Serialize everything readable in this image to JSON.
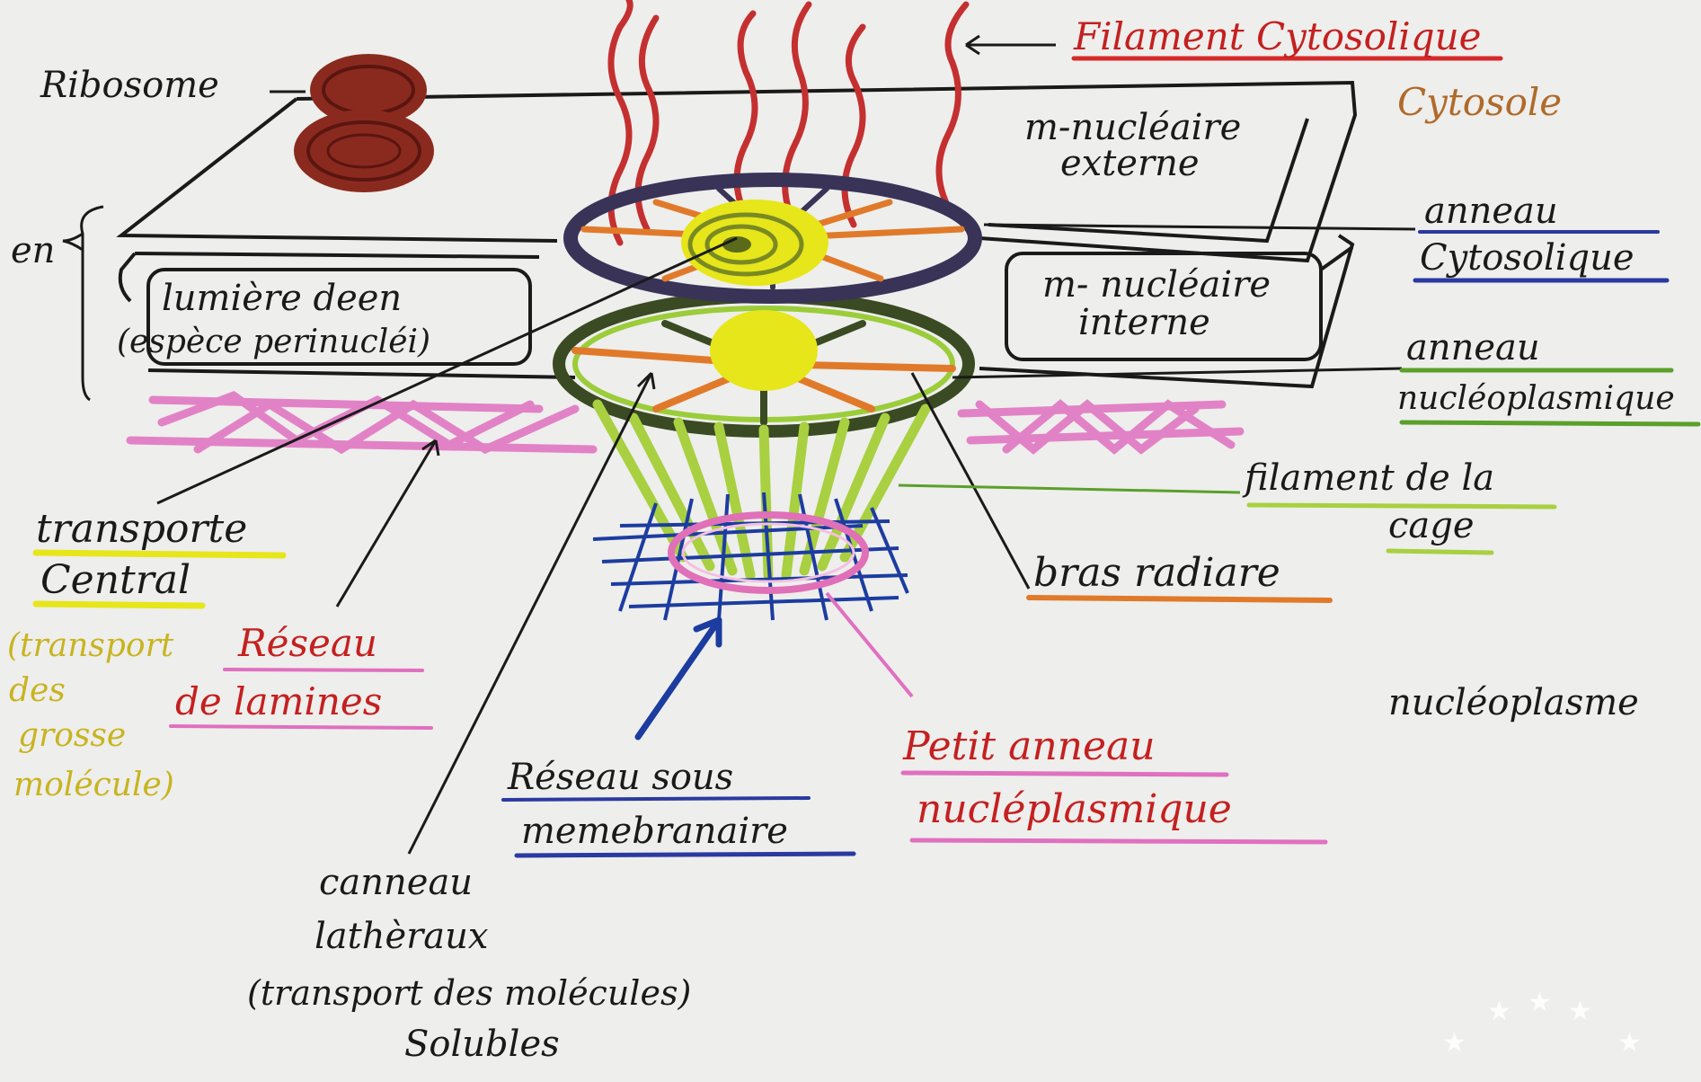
{
  "labels": {
    "ribosome": "Ribosome",
    "filament_cytosolique": "Filament Cytosolique",
    "cytosol": "Cytosole",
    "m_nucleaire_externe_1": "m-nucléaire",
    "m_nucleaire_externe_2": "externe",
    "anneau_cytosolique_1": "anneau",
    "anneau_cytosolique_2": "Cytosolique",
    "en": "en",
    "lumiere_1": "lumière deen",
    "lumiere_2": "(espèce perinucléi)",
    "m_nucleaire_interne_1": "m- nucléaire",
    "m_nucleaire_interne_2": "interne",
    "anneau_nucleo_1": "anneau",
    "anneau_nucleo_2": "nucléoplasmique",
    "filament_cage_1": "filament de la",
    "filament_cage_2": "cage",
    "transporte_1": "transporte",
    "transporte_2": "Central",
    "transport_gross_1": "(transport",
    "transport_gross_2": "des",
    "transport_gross_3": "grosse",
    "transport_gross_4": "molécule)",
    "reseau_lamines_1": "Réseau",
    "reseau_lamines_2": "de lamines",
    "bras_radiaire": "bras radiare",
    "nucleoplasme": "nucléoplasme",
    "petit_anneau_1": "Petit anneau",
    "petit_anneau_2": "nucléplasmique",
    "reseau_sous_1": "Réseau sous",
    "reseau_sous_2": "memebranaire",
    "canneau_1": "canneau",
    "canneau_2": "lathèraux",
    "canneau_3": "(transport des molécules)",
    "canneau_4": "Solubles"
  },
  "colors": {
    "paper": "#eeeeec",
    "ink": "#1a1a1a",
    "ribosome": "#8a2a1e",
    "filament": "#c43030",
    "ring_cyto": "#3a3358",
    "ring_nucleo": "#3a4a22",
    "spokes": "#e07a2a",
    "yellow": "#e6e61a",
    "green": "#a8d040",
    "lamina": "#e070c0",
    "basket_net": "#1c3ca0",
    "pink_ring": "#e070b8",
    "underline_red": "#d62a2a",
    "underline_blue": "#2a3aa0",
    "underline_green": "#5aa02a",
    "underline_yellow": "#e6e61a",
    "underline_orange": "#e07a2a",
    "underline_pink": "#e070c0",
    "text_yellow": "#c8b420",
    "text_orange": "#b06a2a",
    "text_red": "#c42020"
  }
}
